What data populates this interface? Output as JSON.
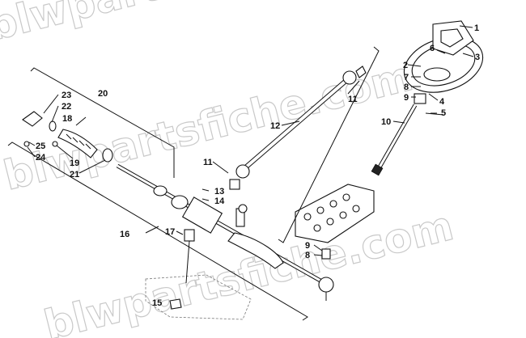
{
  "watermark": {
    "text": "blwpartsfiche.com",
    "color": "#c9c9c9"
  },
  "callouts": [
    {
      "id": "1",
      "label": "1"
    },
    {
      "id": "2",
      "label": "2"
    },
    {
      "id": "3",
      "label": "3"
    },
    {
      "id": "4",
      "label": "4"
    },
    {
      "id": "5",
      "label": "5"
    },
    {
      "id": "6",
      "label": "6"
    },
    {
      "id": "7",
      "label": "7"
    },
    {
      "id": "8",
      "label": "8"
    },
    {
      "id": "9",
      "label": "9"
    },
    {
      "id": "10",
      "label": "10"
    },
    {
      "id": "11",
      "label": "11"
    },
    {
      "id": "12",
      "label": "12"
    },
    {
      "id": "11b",
      "label": "11"
    },
    {
      "id": "13",
      "label": "13"
    },
    {
      "id": "14",
      "label": "14"
    },
    {
      "id": "15",
      "label": "15"
    },
    {
      "id": "16",
      "label": "16"
    },
    {
      "id": "17",
      "label": "17"
    },
    {
      "id": "9b",
      "label": "9"
    },
    {
      "id": "8b",
      "label": "8"
    },
    {
      "id": "18",
      "label": "18"
    },
    {
      "id": "19",
      "label": "19"
    },
    {
      "id": "20",
      "label": "20"
    },
    {
      "id": "21",
      "label": "21"
    },
    {
      "id": "22",
      "label": "22"
    },
    {
      "id": "23",
      "label": "23"
    },
    {
      "id": "24",
      "label": "24"
    },
    {
      "id": "25",
      "label": "25"
    }
  ]
}
